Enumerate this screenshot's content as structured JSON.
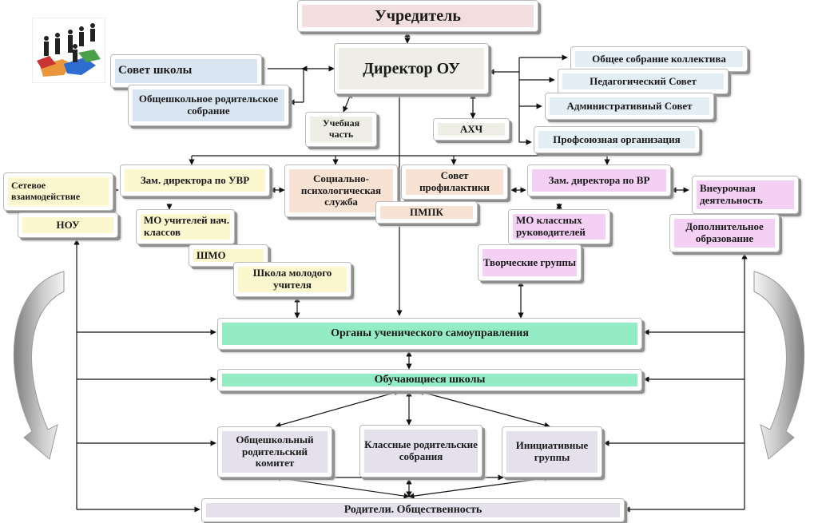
{
  "founder": "Учредитель",
  "director": "Директор ОУ",
  "left_top": {
    "school_council": "Совет школы",
    "parent_meeting": "Общешкольное родительское собрание"
  },
  "right_top": {
    "general_meeting": "Общее собрание коллектива",
    "ped_council": "Педагогический Совет",
    "admin_council": "Административный Совет",
    "union": "Профсоюзная организация"
  },
  "study_part": "Учебная часть",
  "ahch": "АХЧ",
  "deputy_uvr": "Зам. директора по УВР",
  "network": "Сетевое взаимодействие",
  "nou": "НОУ",
  "mo_primary": "МО учителей нач. классов",
  "shmo": "ШМО",
  "young_teacher": "Школа молодого учителя",
  "social_service": "Социально-психологическая служба",
  "prevention": "Совет профилактики",
  "pmpk": "ПМПК",
  "deputy_vr": "Зам. директора по ВР",
  "mo_class": "МО классных руководителей",
  "creative": "Творческие группы",
  "extracurricular": "Внеурочная деятельность",
  "additional_edu": "Дополнительное образование",
  "self_government": "Органы ученического самоуправления",
  "students": "Обучающиеся школы",
  "parent_committee": "Общешкольный родительский комитет",
  "class_meetings": "Классные родительские собрания",
  "initiative": "Инициативные группы",
  "public": "Родители. Общественность",
  "colors": {
    "pink": "#f2dede",
    "beige": "#efeee6",
    "blue": "#d9e6f1",
    "yellow": "#fcf7cf",
    "peach": "#f7e2d4",
    "violet": "#f3d0f4",
    "green": "#93ecc3",
    "lavender": "#e4e0ec"
  }
}
